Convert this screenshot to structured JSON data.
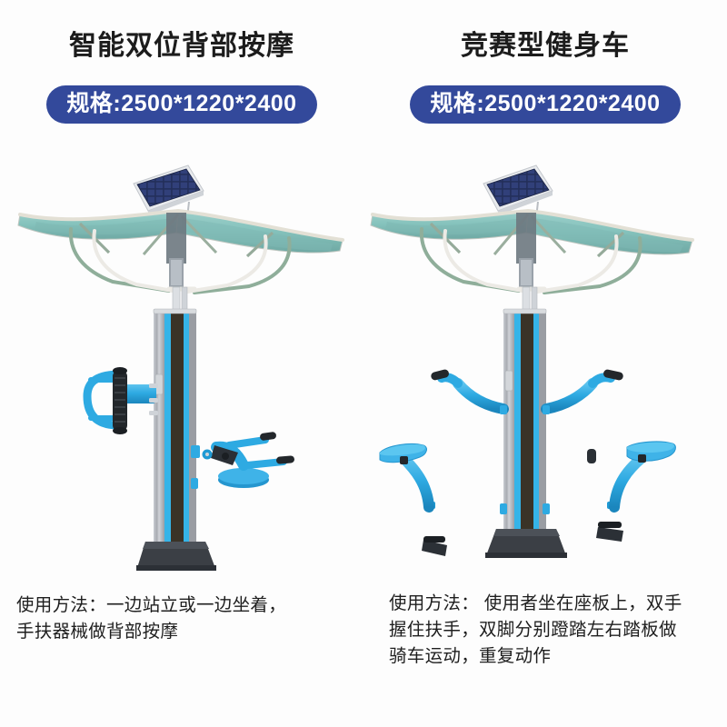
{
  "background_color": "#fdfdfd",
  "badge_color": "#33499b",
  "badge_text_color": "#ffffff",
  "palette": {
    "canopy_teal": "#86c0bc",
    "canopy_teal_dark": "#6aa9a5",
    "canopy_edge": "#d9d6cb",
    "frame_blue": "#2eaae2",
    "frame_blue_dark": "#1b86bd",
    "post_gray": "#b9bcc2",
    "post_cyan": "#35b4e8",
    "post_dark": "#3a3327",
    "base_dark": "#3b3f45",
    "solar_navy": "#24315e",
    "solar_frame": "#e8eaec",
    "strut_gray": "#e9e9e6",
    "strut_green": "#8fae9a"
  },
  "panels": [
    {
      "id": "left",
      "title": "智能双位背部按摩",
      "spec_badge": "规格:2500*1220*2400",
      "caption": "使用方法：一边站立或一边坐着，\n手扶器械做背部按摩",
      "product": {
        "name": "smart-dual-back-massager",
        "has_solar_panel": true,
        "has_canopy": true,
        "stations": [
          "back-massage-roller",
          "seated-massage-unit"
        ]
      }
    },
    {
      "id": "right",
      "title": "竞赛型健身车",
      "spec_badge": "规格:2500*1220*2400",
      "caption": "使用方法： 使用者坐在座板上，双手\n握住扶手，双脚分别蹬踏左右踏板做\n骑车运动，重复动作",
      "product": {
        "name": "competition-exercise-bike",
        "has_solar_panel": true,
        "has_canopy": true,
        "stations": [
          "left-bike-seat",
          "right-bike-seat",
          "handlebars",
          "pedals"
        ]
      }
    }
  ]
}
